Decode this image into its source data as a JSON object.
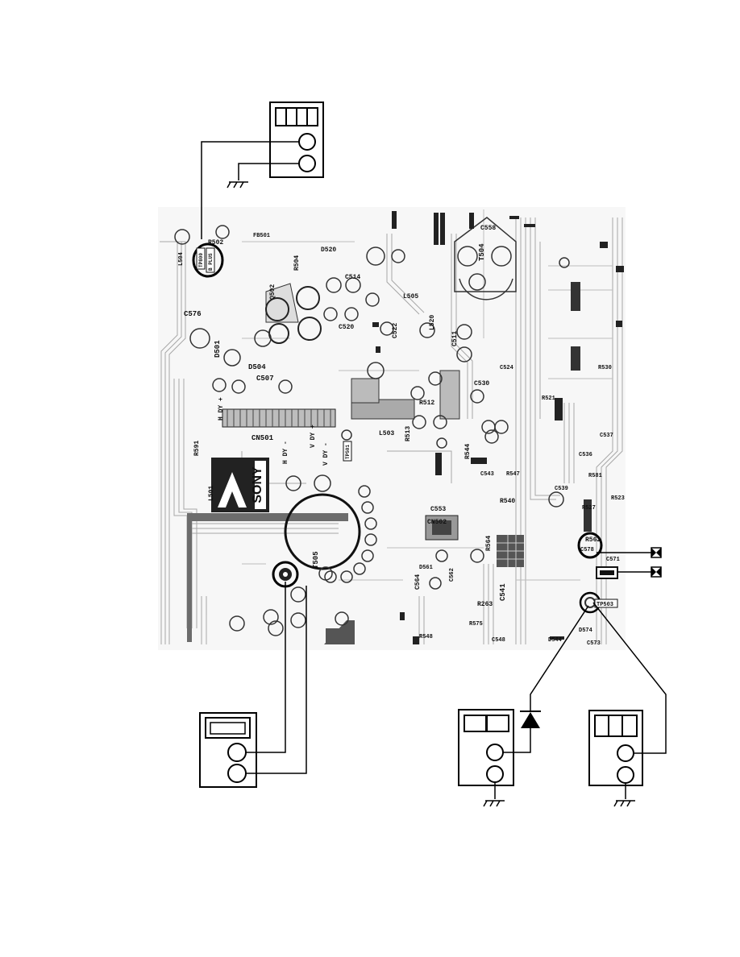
{
  "pcb": {
    "brand": "SONY",
    "cn501_header_labels": [
      "H DY +",
      "H DY -",
      "V DY +",
      "V DY -"
    ],
    "test_point_tags": [
      "TP800",
      "B PLUS",
      "TP503",
      "TP501"
    ],
    "component_labels": [
      {
        "text": "R502"
      },
      {
        "text": "C576"
      },
      {
        "text": "D501"
      },
      {
        "text": "D504"
      },
      {
        "text": "C507"
      },
      {
        "text": "D520"
      },
      {
        "text": "R504"
      },
      {
        "text": "Q502"
      },
      {
        "text": "C514"
      },
      {
        "text": "C520"
      },
      {
        "text": "L505"
      },
      {
        "text": "C522"
      },
      {
        "text": "T504"
      },
      {
        "text": "C558"
      },
      {
        "text": "L520"
      },
      {
        "text": "C511"
      },
      {
        "text": "R512"
      },
      {
        "text": "C530"
      },
      {
        "text": "CN501"
      },
      {
        "text": "L503"
      },
      {
        "text": "R513"
      },
      {
        "text": "R544"
      },
      {
        "text": "R591"
      },
      {
        "text": "L501"
      },
      {
        "text": "T505"
      },
      {
        "text": "CN502"
      },
      {
        "text": "C553"
      },
      {
        "text": "R540"
      },
      {
        "text": "C541"
      },
      {
        "text": "R562"
      },
      {
        "text": "R564"
      },
      {
        "text": "R263"
      },
      {
        "text": "C564"
      },
      {
        "text": "D561"
      },
      {
        "text": "C562"
      },
      {
        "text": "R548"
      },
      {
        "text": "C548"
      },
      {
        "text": "D544"
      },
      {
        "text": "C573"
      },
      {
        "text": "R575"
      },
      {
        "text": "R527"
      },
      {
        "text": "R523"
      },
      {
        "text": "C539"
      },
      {
        "text": "C536"
      },
      {
        "text": "C537"
      },
      {
        "text": "R521"
      },
      {
        "text": "C524"
      },
      {
        "text": "R581"
      },
      {
        "text": "FB501"
      },
      {
        "text": "L504"
      },
      {
        "text": "C543"
      },
      {
        "text": "R547"
      },
      {
        "text": "C571"
      },
      {
        "text": "D574"
      },
      {
        "text": "C578"
      },
      {
        "text": "R530"
      }
    ]
  },
  "instruments": [
    {
      "name": "Meter connected at R502 (B PLUS)"
    },
    {
      "name": "Meter connected at T505 terminal"
    },
    {
      "name": "Meter with diode probe"
    },
    {
      "name": "Meter connected at TP503"
    }
  ]
}
